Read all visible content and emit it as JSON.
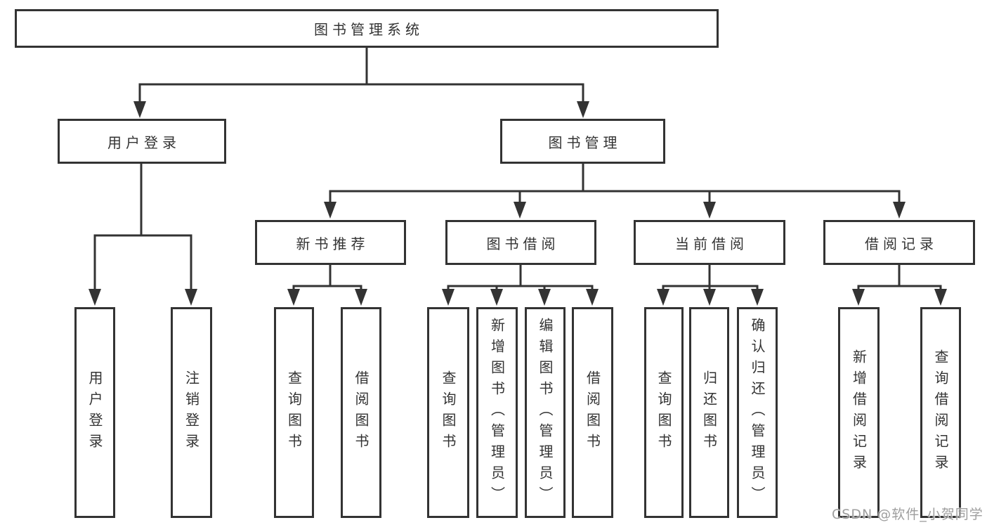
{
  "tree": {
    "label": "图书管理系统",
    "children": [
      {
        "label": "用户登录",
        "children": [
          {
            "label": "用户登录"
          },
          {
            "label": "注销登录"
          }
        ]
      },
      {
        "label": "图书管理",
        "children": [
          {
            "label": "新书推荐",
            "children": [
              {
                "label": "查询图书"
              },
              {
                "label": "借阅图书"
              }
            ]
          },
          {
            "label": "图书借阅",
            "children": [
              {
                "label": "查询图书"
              },
              {
                "label": "新增图书（管理员）"
              },
              {
                "label": "编辑图书（管理员）"
              },
              {
                "label": "借阅图书"
              }
            ]
          },
          {
            "label": "当前借阅",
            "children": [
              {
                "label": "查询图书"
              },
              {
                "label": "归还图书"
              },
              {
                "label": "确认归还（管理员）"
              }
            ]
          },
          {
            "label": "借阅记录",
            "children": [
              {
                "label": "新增借阅记录"
              },
              {
                "label": "查询借阅记录"
              }
            ]
          }
        ]
      }
    ]
  },
  "watermark": {
    "text": "CSDN @软件_小贺同学"
  },
  "colors": {
    "line": "#333333",
    "text": "#333333",
    "box_background": "#ffffff",
    "page_background": "#ffffff",
    "watermark": "#949494"
  }
}
